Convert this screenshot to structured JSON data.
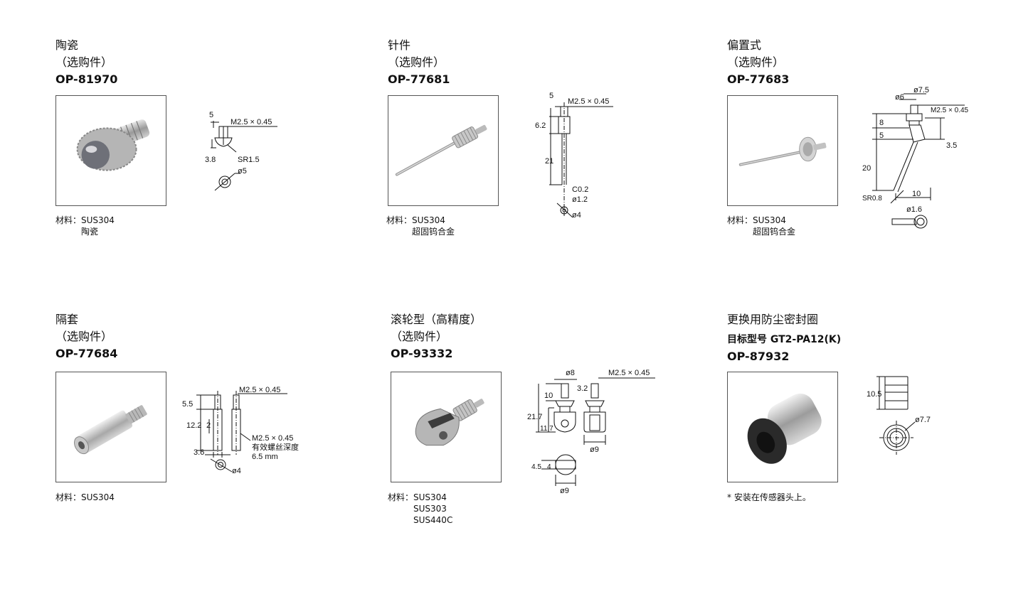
{
  "products": [
    {
      "name": "陶瓷",
      "optional": "（选购件）",
      "code": "OP-81970",
      "material_label": "材料：",
      "materials": [
        "SUS304",
        "陶瓷"
      ],
      "dims": {
        "thread": "M2.5 × 0.45",
        "d1": "5",
        "d2": "3.8",
        "sr": "SR1.5",
        "dia": "ø5"
      }
    },
    {
      "name": "针件",
      "optional": "（选购件）",
      "code": "OP-77681",
      "material_label": "材料：",
      "materials": [
        "SUS304",
        "超固钨合金"
      ],
      "dims": {
        "thread": "M2.5 × 0.45",
        "d1": "5",
        "d2": "6.2",
        "d3": "21",
        "c": "C0.2",
        "dia1": "ø1.2",
        "dia2": "ø4"
      }
    },
    {
      "name": "偏置式",
      "optional": "（选购件）",
      "code": "OP-77683",
      "material_label": "材料：",
      "materials": [
        "SUS304",
        "超固钨合金"
      ],
      "dims": {
        "dia_top": "ø7.5",
        "dia6": "ø6",
        "thread": "M2.5 × 0.45",
        "d8": "8",
        "d5": "5",
        "d35": "3.5",
        "d20": "20",
        "sr": "SR0.8",
        "d10": "10",
        "dia16": "ø1.6"
      }
    },
    {
      "name": "隔套",
      "optional": "（选购件）",
      "code": "OP-77684",
      "material_label": "材料：",
      "materials": [
        "SUS304"
      ],
      "dims": {
        "thread": "M2.5 × 0.45",
        "d55": "5.5",
        "d122": "12.2",
        "d2": "2",
        "d36": "3.6",
        "thread2": "M2.5 × 0.45",
        "depth": "有效螺丝深度",
        "depth_val": "6.5 mm",
        "dia": "ø4"
      }
    },
    {
      "name": "滚轮型（高精度）",
      "optional": "（选购件）",
      "code": "OP-93332",
      "material_label": "材料：",
      "materials": [
        "SUS304",
        "SUS303",
        "SUS440C"
      ],
      "dims": {
        "dia8": "ø8",
        "d32": "3.2",
        "thread": "M2.5 × 0.45",
        "d10": "10",
        "d217": "21.7",
        "d117": "11.7",
        "dia9a": "ø9",
        "d45": "4.5",
        "d4": "4",
        "dia9b": "ø9"
      }
    },
    {
      "name": "更换用防尘密封圈",
      "target_label": "目标型号 GT2-PA12(K)",
      "code": "OP-87932",
      "note": "* 安装在传感器头上。",
      "dims": {
        "d105": "10.5",
        "dia77": "ø7.7"
      }
    }
  ]
}
